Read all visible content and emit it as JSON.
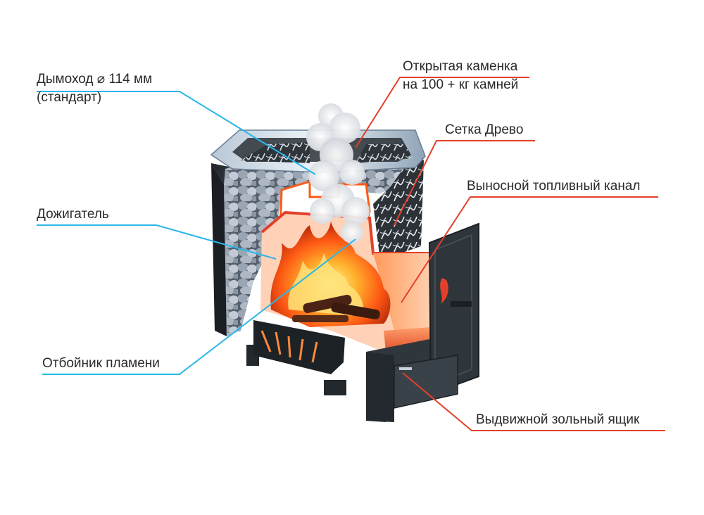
{
  "diagram": {
    "colors": {
      "left_callout": "#29b6e8",
      "right_callout": "#e2402a",
      "stove_body": "#2e3338",
      "fire": "#ff7a1a"
    },
    "labels": {
      "chimney": {
        "line1": "Дымоход  ⌀ 114 мм",
        "line2": "(стандарт)"
      },
      "afterburner": {
        "line1": "Дожигатель"
      },
      "flame_deflector": {
        "line1": "Отбойник пламени"
      },
      "open_heater": {
        "line1": "Открытая каменка",
        "line2": "на 100 + кг камней"
      },
      "mesh": {
        "line1": "Сетка Древо"
      },
      "fuel_channel": {
        "line1": "Выносной топливный канал"
      },
      "ash_drawer": {
        "line1": "Выдвижной зольный ящик"
      }
    }
  }
}
